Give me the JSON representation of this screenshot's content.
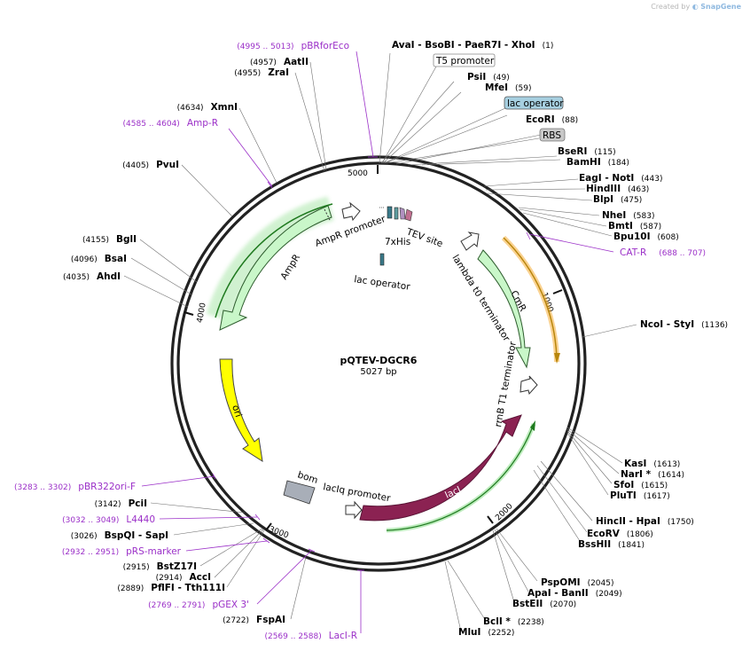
{
  "credit": {
    "prefix": "Created by",
    "brand": "SnapGene"
  },
  "plasmid": {
    "name": "pQTEV-DGCR6",
    "length": "5027 bp"
  },
  "ticks": [
    "1000",
    "2000",
    "3000",
    "4000",
    "5000"
  ],
  "sites": [
    {
      "label": "AvaI   - BsoBI   - PaeR7I   - XhoI",
      "pos": "(1)"
    },
    {
      "label": "PsiI",
      "pos": "(49)"
    },
    {
      "label": "MfeI",
      "pos": "(59)"
    },
    {
      "label": "EcoRI",
      "pos": "(88)"
    },
    {
      "label": "BseRI",
      "pos": "(115)"
    },
    {
      "label": "BamHI",
      "pos": "(184)"
    },
    {
      "label": "EagI   - NotI",
      "pos": "(443)"
    },
    {
      "label": "HindIII",
      "pos": "(463)"
    },
    {
      "label": "BlpI",
      "pos": "(475)"
    },
    {
      "label": "NheI",
      "pos": "(583)"
    },
    {
      "label": "BmtI",
      "pos": "(587)"
    },
    {
      "label": "Bpu10I",
      "pos": "(608)"
    },
    {
      "label": "NcoI   - StyI",
      "pos": "(1136)"
    },
    {
      "label": "KasI",
      "pos": "(1613)"
    },
    {
      "label": "NarI *",
      "pos": "(1614)"
    },
    {
      "label": "SfoI",
      "pos": "(1615)"
    },
    {
      "label": "PluTI",
      "pos": "(1617)"
    },
    {
      "label": "HincII   - HpaI",
      "pos": "(1750)"
    },
    {
      "label": "EcoRV",
      "pos": "(1806)"
    },
    {
      "label": "BssHII",
      "pos": "(1841)"
    },
    {
      "label": "PspOMI",
      "pos": "(2045)"
    },
    {
      "label": "ApaI   - BanII",
      "pos": "(2049)"
    },
    {
      "label": "BstEII",
      "pos": "(2070)"
    },
    {
      "label": "BclI *",
      "pos": "(2238)"
    },
    {
      "label": "MluI",
      "pos": "(2252)"
    },
    {
      "label": "FspAI",
      "pos": "(2722)"
    },
    {
      "label": "PflFI   - Tth111I",
      "pos": "(2889)"
    },
    {
      "label": "AccI",
      "pos": "(2914)"
    },
    {
      "label": "BstZ17I",
      "pos": "(2915)"
    },
    {
      "label": "BspQI   - SapI",
      "pos": "(3026)"
    },
    {
      "label": "PciI",
      "pos": "(3142)"
    },
    {
      "label": "AhdI",
      "pos": "(4035)"
    },
    {
      "label": "BsaI",
      "pos": "(4096)"
    },
    {
      "label": "BglI",
      "pos": "(4155)"
    },
    {
      "label": "PvuI",
      "pos": "(4405)"
    },
    {
      "label": "XmnI",
      "pos": "(4634)"
    },
    {
      "label": "ZraI",
      "pos": "(4955)"
    },
    {
      "label": "AatII",
      "pos": "(4957)"
    }
  ],
  "primers": [
    {
      "label": "pBRforEco",
      "pos": "(4995 .. 5013)"
    },
    {
      "label": "Amp-R",
      "pos": "(4585 .. 4604)"
    },
    {
      "label": "CAT-R",
      "pos": "(688 .. 707)"
    },
    {
      "label": "pBR322ori-F",
      "pos": "(3283 .. 3302)"
    },
    {
      "label": "L4440",
      "pos": "(3032 .. 3049)"
    },
    {
      "label": "pRS-marker",
      "pos": "(2932 .. 2951)"
    },
    {
      "label": "pGEX 3'",
      "pos": "(2769 .. 2791)"
    },
    {
      "label": "LacI-R",
      "pos": "(2569 .. 2588)"
    }
  ],
  "boxed_features": [
    "T5 promoter",
    "lac operator",
    "RBS"
  ],
  "features": {
    "ampr": "AmpR",
    "ampr_promoter": "AmpR promoter",
    "his": "7xHis",
    "tev": "TEV site",
    "lac_operator": "lac operator",
    "lambda": "lambda t0 terminator",
    "cmr": "CmR",
    "rrnb": "rrnB T1 terminator",
    "ori": "ori",
    "bom": "bom",
    "laciq": "lacIq promoter",
    "laci": "lacI"
  },
  "colors": {
    "ampr": "#c9f7c9",
    "cmr": "#c9f7c9",
    "ori": "#ffff00",
    "laci": "#8b2252",
    "primer": "#9b30c8",
    "lac_operator_box": "#a6cfe0",
    "rbs_box": "#c8c8c8",
    "cat_highlight": "#f5a623"
  }
}
